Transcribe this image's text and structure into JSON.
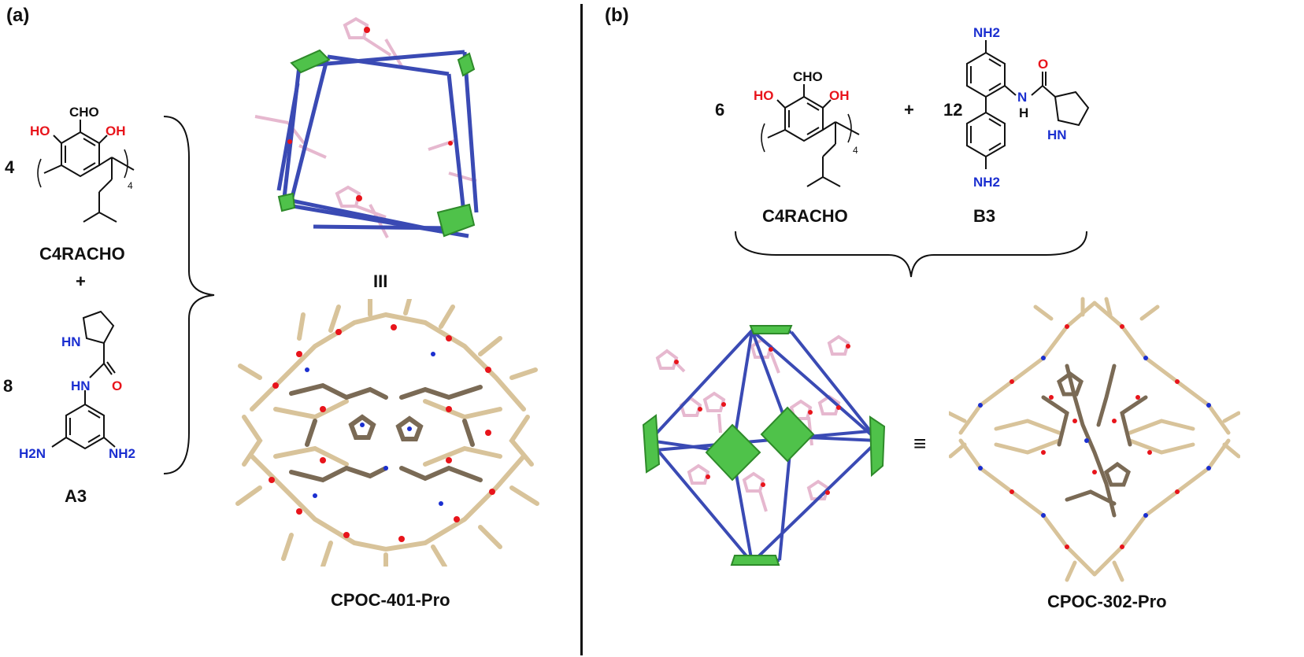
{
  "panel_a": {
    "label": "(a)",
    "coef_1": "4",
    "coef_2": "8",
    "plus": "+",
    "mol1_name": "C4RACHO",
    "mol2_name": "A3",
    "mol1_cho": "CHO",
    "mol1_ho": "HO",
    "mol1_oh": "OH",
    "mol1_sub": "4",
    "mol2_hn_amide": "HN",
    "mol2_hn_ring": "HN",
    "mol2_o": "O",
    "mol2_h2n": "H2N",
    "mol2_nh2": "NH2",
    "cage_top_label": "III",
    "cage_bottom_label": "CPOC-401-Pro"
  },
  "panel_b": {
    "label": "(b)",
    "coef_1": "6",
    "coef_2": "12",
    "plus": "+",
    "mol1_name": "C4RACHO",
    "mol2_name": "B3",
    "mol1_cho": "CHO",
    "mol1_ho": "HO",
    "mol1_oh": "OH",
    "mol1_sub": "4",
    "mol2_nh2_top": "NH2",
    "mol2_nh2_bottom": "NH2",
    "mol2_nh": "N",
    "mol2_h": "H",
    "mol2_o": "O",
    "mol2_hn_ring": "HN",
    "equiv": "≡",
    "cage_label": "CPOC-302-Pro"
  },
  "colors": {
    "oxygen": "#e8141b",
    "nitrogen": "#1b2fd0",
    "cage_edge": "#3a4ab4",
    "cage_face": "#4fc24a",
    "proline_pink": "#e6b8cf",
    "stick_tan": "#d8c39a",
    "stick_dark": "#7a6a55"
  }
}
